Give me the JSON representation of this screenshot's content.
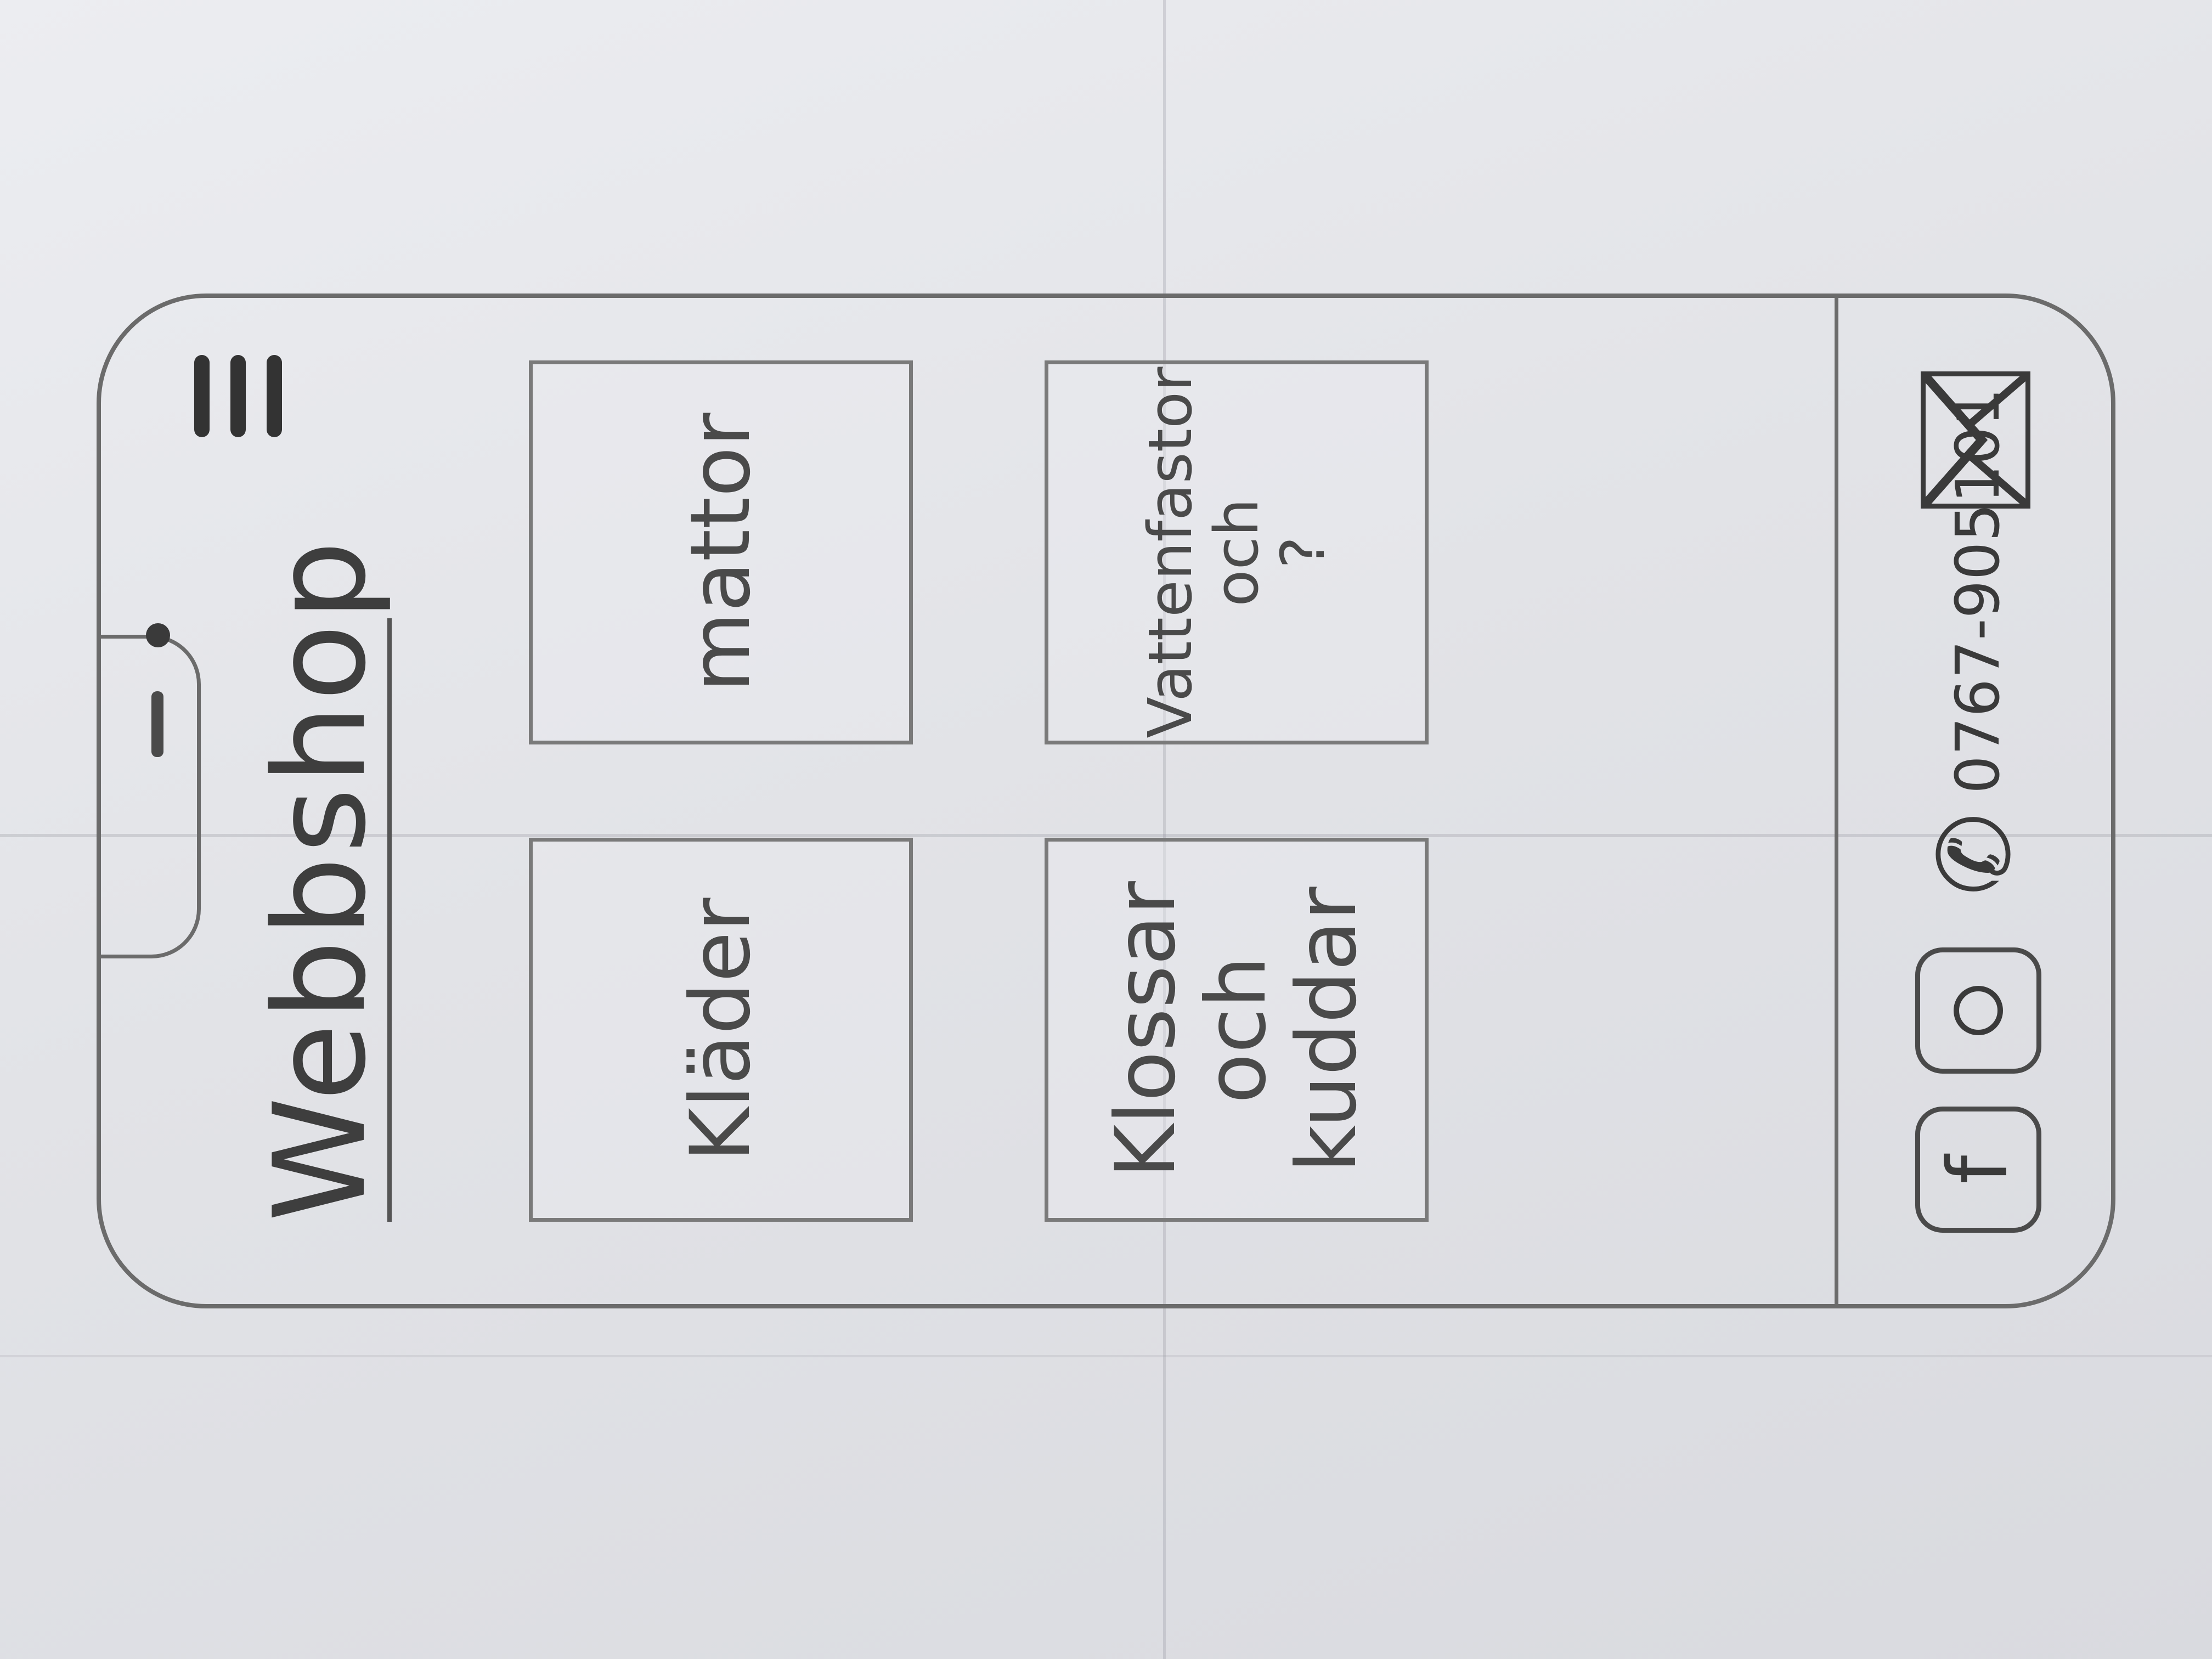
{
  "header": {
    "title": "Webbshop",
    "menu_icon": "hamburger-menu-icon"
  },
  "categories": [
    {
      "label": "mattor"
    },
    {
      "label": "Kläder"
    },
    {
      "label": "Vattenfastor\noch\n?"
    },
    {
      "label": "Klossar\noch\nkuddar"
    }
  ],
  "footer": {
    "facebook_glyph": "f",
    "phone_number": "0767-905101",
    "icons": [
      "facebook-icon",
      "instagram-icon",
      "phone-icon",
      "mail-icon"
    ]
  }
}
